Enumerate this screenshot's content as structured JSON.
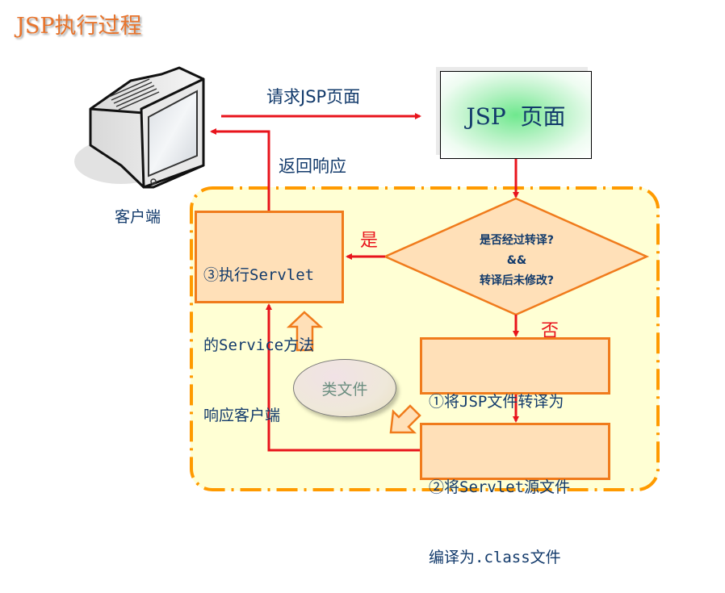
{
  "title": {
    "latin": "JSP",
    "cjk": "执行过程"
  },
  "client": {
    "icon": "computer-monitor-icon",
    "label": "客户端"
  },
  "arrows": {
    "request_label": "请求JSP页面",
    "response_label": "返回响应"
  },
  "jsp_page": {
    "label": "JSP  页面"
  },
  "decision": {
    "lines": [
      "是否经过转译?",
      "&&",
      "转译后未修改?"
    ],
    "yes_label": "是",
    "no_label": "否"
  },
  "steps": {
    "step1": {
      "lines": [
        "①将JSP文件转译为",
        "Servlet源文件"
      ]
    },
    "step2": {
      "lines": [
        "②将Servlet源文件",
        "编译为.class文件"
      ]
    },
    "step3": {
      "lines": [
        "③执行Servlet",
        "的Service方法",
        "响应客户端"
      ]
    }
  },
  "class_file": {
    "label": "类文件"
  },
  "colors": {
    "arrow_red": "#e8141c",
    "box_border": "#f07b1c",
    "box_fill": "#ffe0b8",
    "container_fill": "#ffffd4",
    "container_border": "#ff9a00",
    "text_navy": "#123a6b",
    "title_orange": "#e8742c"
  }
}
